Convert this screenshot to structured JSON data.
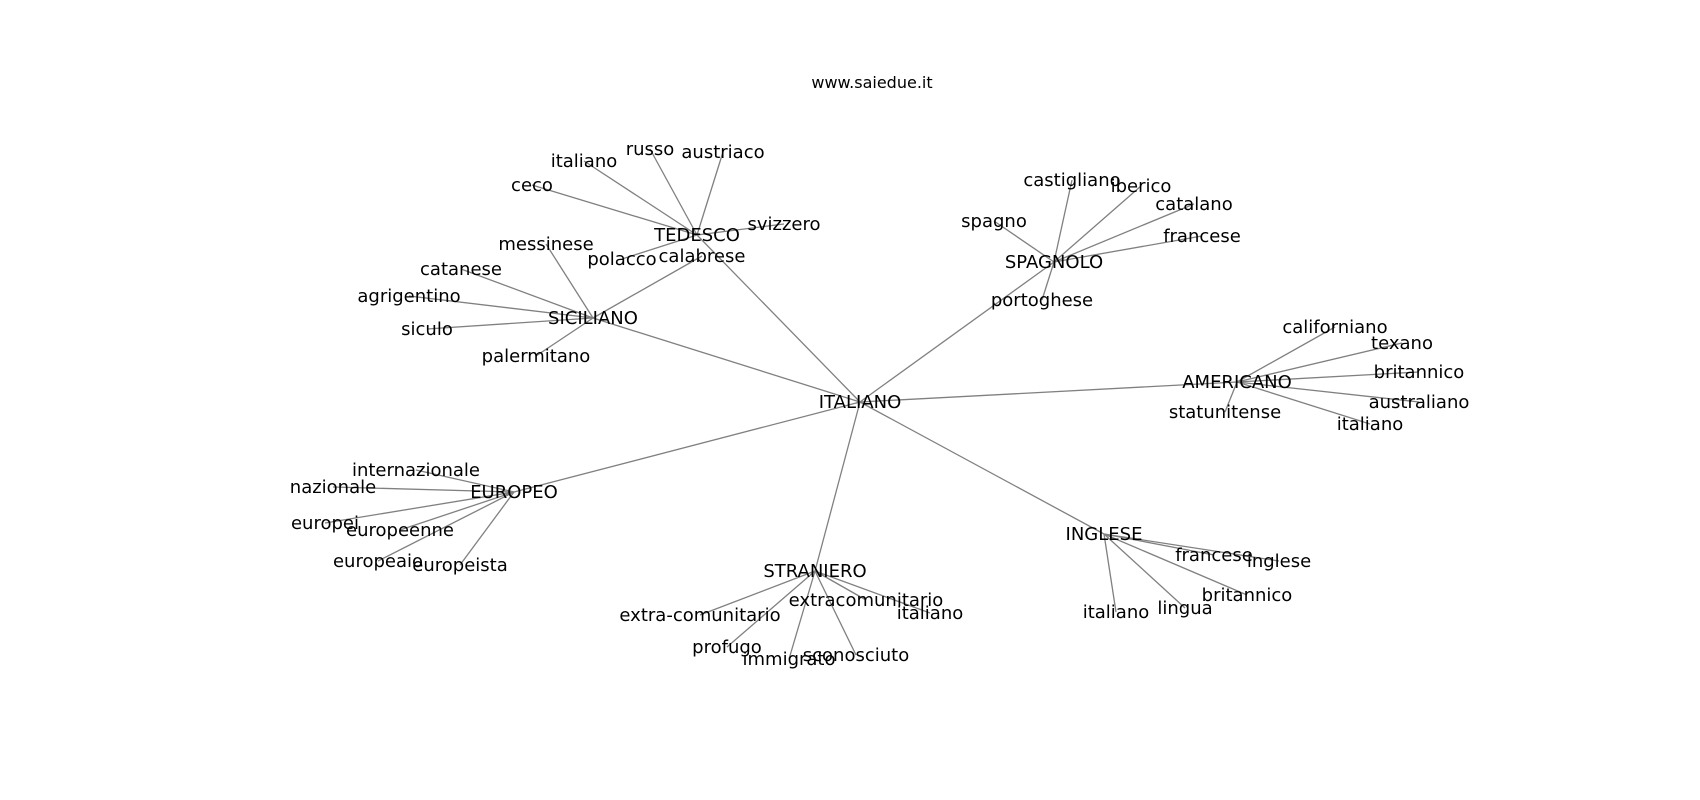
{
  "title": "www.saiedue.it",
  "colors": {
    "edge": "#808080",
    "text": "#000000",
    "background": "#ffffff"
  },
  "center": "ITALIANO",
  "hubs": [
    {
      "id": "TEDESCO",
      "label": "TEDESCO",
      "leaves": [
        {
          "id": "tedesco-italiano",
          "label": "italiano"
        },
        {
          "id": "tedesco-russo",
          "label": "russo"
        },
        {
          "id": "tedesco-austriaco",
          "label": "austriaco"
        },
        {
          "id": "tedesco-ceco",
          "label": "ceco"
        },
        {
          "id": "tedesco-svizzero",
          "label": "svizzero"
        },
        {
          "id": "tedesco-polacco",
          "label": "polacco"
        }
      ]
    },
    {
      "id": "SICILIANO",
      "label": "SICILIANO",
      "leaves": [
        {
          "id": "siciliano-messinese",
          "label": "messinese"
        },
        {
          "id": "siciliano-calabrese",
          "label": "calabrese"
        },
        {
          "id": "siciliano-catanese",
          "label": "catanese"
        },
        {
          "id": "siciliano-agrigentino",
          "label": "agrigentino"
        },
        {
          "id": "siciliano-siculo",
          "label": "siculo"
        },
        {
          "id": "siciliano-palermitano",
          "label": "palermitano"
        }
      ]
    },
    {
      "id": "SPAGNOLO",
      "label": "SPAGNOLO",
      "leaves": [
        {
          "id": "spagnolo-castigliano",
          "label": "castigliano"
        },
        {
          "id": "spagnolo-iberico",
          "label": "iberico"
        },
        {
          "id": "spagnolo-catalano",
          "label": "catalano"
        },
        {
          "id": "spagnolo-spagno",
          "label": "spagno"
        },
        {
          "id": "spagnolo-francese",
          "label": "francese"
        },
        {
          "id": "spagnolo-portoghese",
          "label": "portoghese"
        }
      ]
    },
    {
      "id": "AMERICANO",
      "label": "AMERICANO",
      "leaves": [
        {
          "id": "americano-californiano",
          "label": "californiano"
        },
        {
          "id": "americano-texano",
          "label": "texano"
        },
        {
          "id": "americano-britannico",
          "label": "britannico"
        },
        {
          "id": "americano-australiano",
          "label": "australiano"
        },
        {
          "id": "americano-statunitense",
          "label": "statunitense"
        },
        {
          "id": "americano-italiano",
          "label": "italiano"
        }
      ]
    },
    {
      "id": "EUROPEO",
      "label": "EUROPEO",
      "leaves": [
        {
          "id": "europeo-internazionale",
          "label": "internazionale"
        },
        {
          "id": "europeo-nazionale",
          "label": "nazionale"
        },
        {
          "id": "europeo-europei",
          "label": "europei"
        },
        {
          "id": "europeo-europeenne",
          "label": "europeenne"
        },
        {
          "id": "europeo-europeaio",
          "label": "europeaio"
        },
        {
          "id": "europeo-europeista",
          "label": "europeista"
        }
      ]
    },
    {
      "id": "STRANIERO",
      "label": "STRANIERO",
      "leaves": [
        {
          "id": "straniero-extracomunitario",
          "label": "extracomunitario"
        },
        {
          "id": "straniero-extra-comunitario",
          "label": "extra-comunitario"
        },
        {
          "id": "straniero-italiano",
          "label": "italiano"
        },
        {
          "id": "straniero-profugo",
          "label": "profugo"
        },
        {
          "id": "straniero-immigrato",
          "label": "immigrato"
        },
        {
          "id": "straniero-sconosciuto",
          "label": "sconosciuto"
        }
      ]
    },
    {
      "id": "INGLESE",
      "label": "INGLESE",
      "leaves": [
        {
          "id": "inglese-francese",
          "label": "francese"
        },
        {
          "id": "inglese-inglese",
          "label": "inglese"
        },
        {
          "id": "inglese-britannico",
          "label": "britannico"
        },
        {
          "id": "inglese-italiano",
          "label": "italiano"
        },
        {
          "id": "inglese-lingua",
          "label": "lingua"
        }
      ]
    }
  ]
}
